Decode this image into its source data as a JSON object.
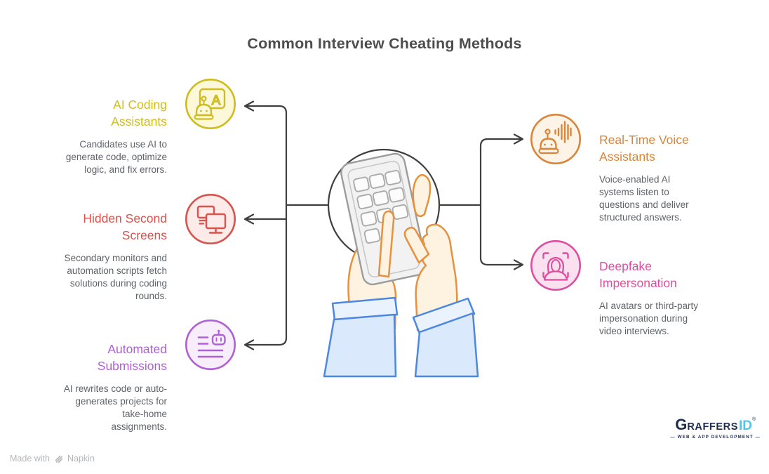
{
  "title": "Common Interview Cheating Methods",
  "colors": {
    "title": "#4d4d4d",
    "body": "#5f6368",
    "connector": "#3f3f3f",
    "footer_text": "#b4b7ba"
  },
  "items": [
    {
      "id": "ai-coding-assistants",
      "title": "AI Coding\nAssistants",
      "description": "Candidates use AI to\ngenerate code, optimize\nlogic, and fix errors.",
      "color": "#cfbc1e",
      "fill": "#fcf8d9",
      "icon": "robot-screen-icon"
    },
    {
      "id": "hidden-second-screens",
      "title": "Hidden Second\nScreens",
      "description": "Secondary monitors and\nautomation scripts fetch\nsolutions during coding\nrounds.",
      "color": "#d6544d",
      "fill": "#fcebe9",
      "icon": "dual-monitors-icon"
    },
    {
      "id": "automated-submissions",
      "title": "Automated\nSubmissions",
      "description": "AI rewrites code or auto-\ngenerates projects for\ntake-home\nassignments.",
      "color": "#ae62d4",
      "fill": "#f8eefb",
      "icon": "document-robot-icon"
    },
    {
      "id": "real-time-voice-assistants",
      "title": "Real-Time Voice\nAssistants",
      "description": "Voice-enabled AI\nsystems listen to\nquestions and deliver\nstructured answers.",
      "color": "#d8863b",
      "fill": "#fdf3e6",
      "icon": "robot-voice-wave-icon"
    },
    {
      "id": "deepfake-impersonation",
      "title": "Deepfake\nImpersonation",
      "description": "AI avatars or third-party\nimpersonation during\nvideo interviews.",
      "color": "#dd4f9f",
      "fill": "#fbe1f0",
      "icon": "face-scan-icon"
    }
  ],
  "illustration": {
    "skin_fill": "#fef2e1",
    "skin_stroke": "#e5913f",
    "sleeve_fill": "#dbe9fc",
    "cuff_fill": "#eaf2fe",
    "sleeve_stroke": "#4c87e0",
    "phone_fill": "#f2f2f2",
    "phone_stroke": "#9c9c9c"
  },
  "footer": {
    "made_with_label": "Made with",
    "brand_name": "Napkin"
  },
  "brand": {
    "initial": "G",
    "rest": "RAFFERS",
    "suffix": "ID",
    "reg": "®",
    "tagline": "—  WEB & APP DEVELOPMENT  —",
    "navy": "#1e2c50",
    "cyan": "#53c4e6"
  }
}
